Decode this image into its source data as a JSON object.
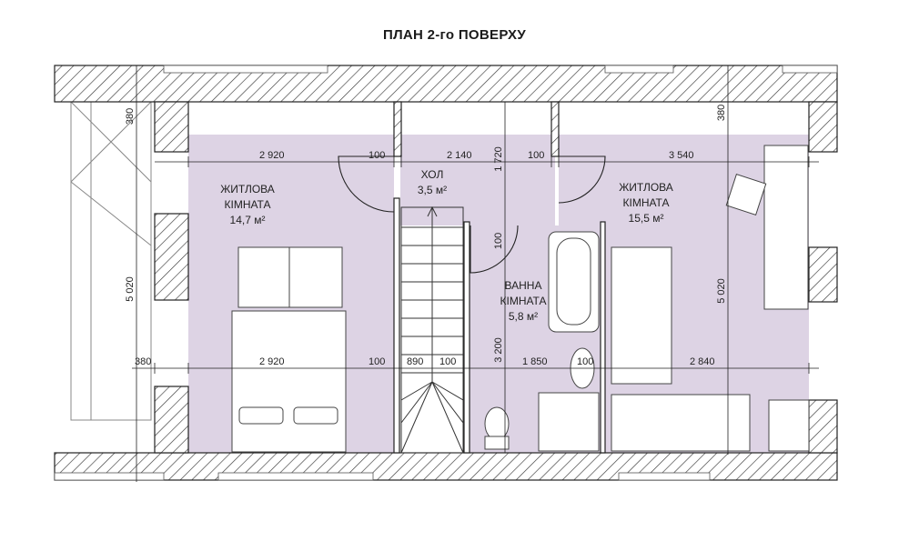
{
  "title": "ПЛАН 2-го ПОВЕРХУ",
  "colors": {
    "floor": "#ddd3e4",
    "wall_fill": "#ffffff",
    "hatch": "#3a3a3a",
    "line": "#222222"
  },
  "rooms": [
    {
      "id": "living-left",
      "name_line1": "ЖИТЛОВА",
      "name_line2": "КІМНАТА",
      "area": "14,7 м²"
    },
    {
      "id": "hall",
      "name_line1": "ХОЛ",
      "area": "3,5 м²"
    },
    {
      "id": "living-right",
      "name_line1": "ЖИТЛОВА",
      "name_line2": "КІМНАТА",
      "area": "15,5 м²"
    },
    {
      "id": "bath",
      "name_line1": "ВАННА",
      "name_line2": "КІМНАТА",
      "area": "5,8 м²"
    }
  ],
  "dimensions": {
    "top_row": [
      "2 920",
      "100",
      "2 140",
      "100",
      "3 540"
    ],
    "bottom_row": [
      "380",
      "2 920",
      "100",
      "890",
      "100",
      "1 850",
      "100",
      "2 840"
    ],
    "vertical": [
      "380",
      "380",
      "1 720",
      "100",
      "5 020",
      "5 020",
      "3 200"
    ]
  }
}
